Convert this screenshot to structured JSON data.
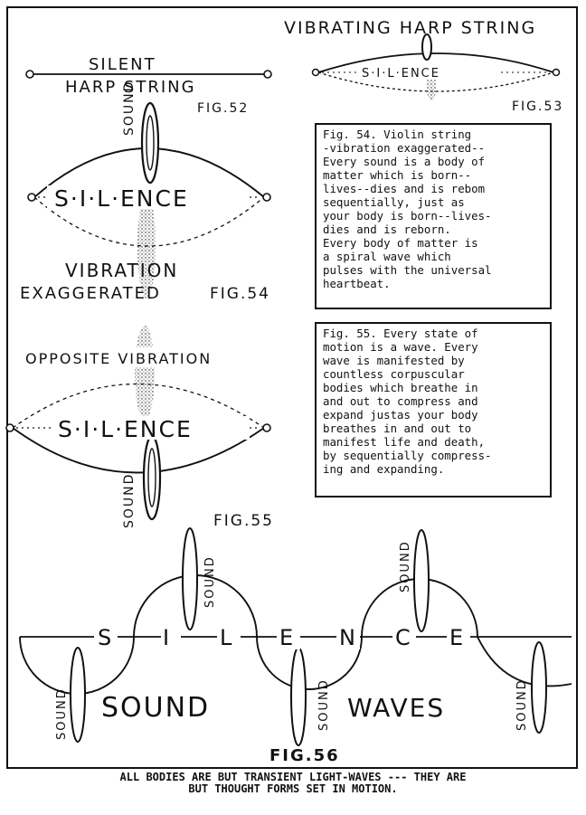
{
  "figures": {
    "fig52": {
      "label": "FIG.52",
      "title_line1": "SILENT",
      "title_line2": "HARP STRING"
    },
    "fig53": {
      "label": "FIG.53",
      "title": "VIBRATING HARP STRING",
      "string_text": "S·I·L·ENCE"
    },
    "fig54": {
      "label": "FIG.54",
      "sound_label": "SOUND",
      "silence_text": "S·I·L·ENCE",
      "caption_line1": "VIBRATION",
      "caption_line2": "EXAGGERATED"
    },
    "fig55": {
      "label": "FIG.55",
      "title": "OPPOSITE VIBRATION",
      "silence_text": "S·I·L·ENCE",
      "sound_label": "SOUND"
    },
    "fig56": {
      "label": "FIG.56",
      "letters": [
        "S",
        "I",
        "L",
        "E",
        "N",
        "C",
        "E"
      ],
      "sound_label": "SOUND",
      "caption_left": "SOUND",
      "caption_right": "WAVES"
    }
  },
  "text_boxes": {
    "box54": "Fig. 54. Violin string\n-vibration exaggerated--\nEvery sound is a body of\nmatter which is born--\nlives--dies and is rebom\nsequentially, just as\nyour body is born--lives-\ndies and is reborn.\nEvery body of matter is\na spiral wave which\npulses with the universal\nheartbeat.",
    "box55": "Fig. 55. Every state of\nmotion is a wave. Every\nwave is manifested by\ncountless corpuscular\nbodies which breathe in\nand out to compress and\nexpand justas your body\nbreathes in and out to\nmanifest life and death,\nby sequentially compress-\ning and expanding."
  },
  "footer": "ALL BODIES ARE BUT TRANSIENT LIGHT-WAVES  --- THEY ARE\nBUT THOUGHT FORMS SET IN MOTION."
}
